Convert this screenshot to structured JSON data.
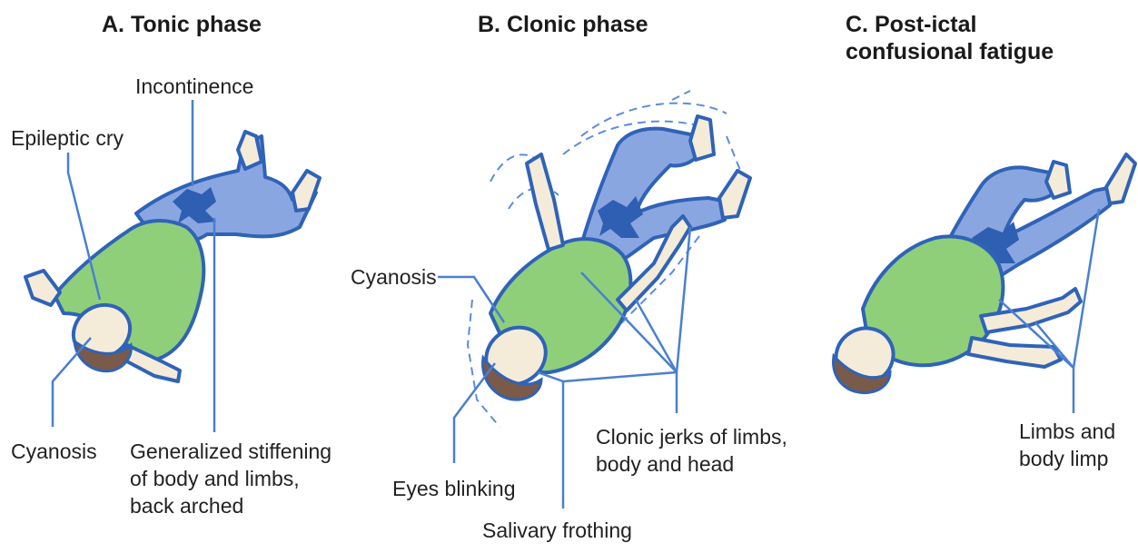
{
  "panels": {
    "tonic": {
      "title": "A. Tonic phase",
      "labels": {
        "incontinence": "Incontinence",
        "epileptic_cry": "Epileptic cry",
        "cyanosis": "Cyanosis",
        "stiffening": "Generalized stiffening\nof body and limbs,\nback arched"
      }
    },
    "clonic": {
      "title": "B. Clonic phase",
      "labels": {
        "cyanosis": "Cyanosis",
        "eyes_blinking": "Eyes blinking",
        "salivary_frothing": "Salivary frothing",
        "clonic_jerks": "Clonic jerks of limbs,\nbody and head"
      }
    },
    "postictal": {
      "title": "C. Post-ictal\nconfusional fatigue",
      "labels": {
        "limp": "Limbs and\nbody limp"
      }
    }
  },
  "colors": {
    "shirt": "#8fcf7a",
    "trousers": "#8aa6e0",
    "outline": "#2f63b8",
    "skin": "#f4ecd9",
    "hair": "#7a5a48",
    "wet_stain": "#2e5fb3",
    "leader_lines": "#4a7fd0"
  }
}
